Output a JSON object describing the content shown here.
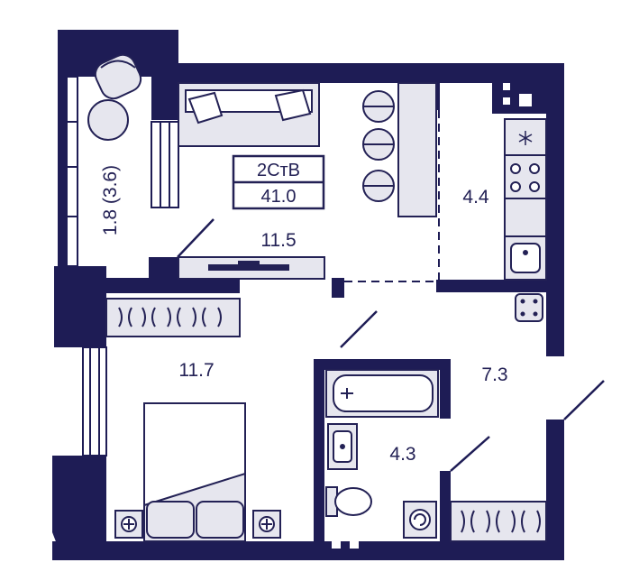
{
  "plan": {
    "type_badge": "2СтВ",
    "total_area": "41.0",
    "rooms": {
      "balcony": "1.8 (3.6)",
      "living": "11.5",
      "kitchen": "4.4",
      "bedroom": "11.7",
      "bathroom": "4.3",
      "hallway": "7.3"
    }
  },
  "colors": {
    "wall": "#1e1c55",
    "furniture_fill": "#e6e6ee",
    "line": "#232155",
    "background": "#ffffff"
  }
}
